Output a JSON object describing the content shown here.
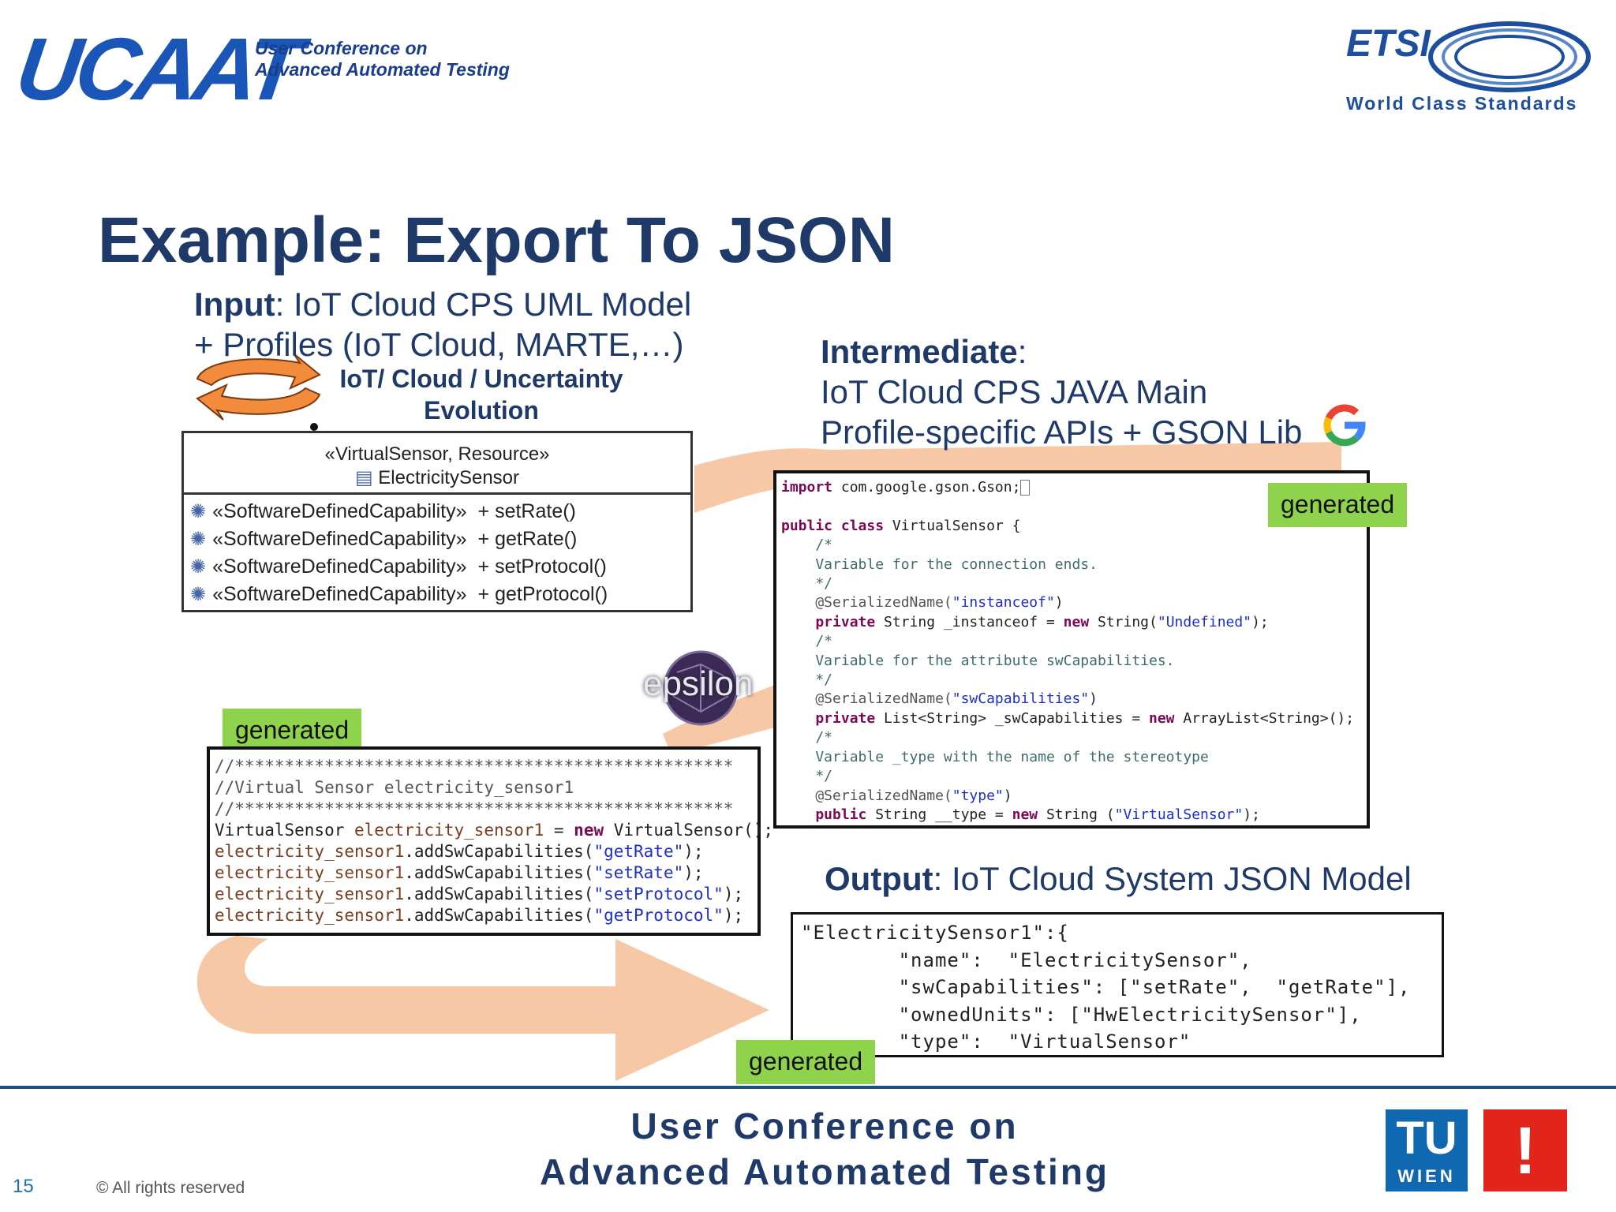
{
  "header": {
    "ucaat_word": "UCAAT",
    "ucaat_sub_1": "User Conference on",
    "ucaat_sub_2": "Advanced Automated Testing",
    "etsi_word": "ETSI",
    "etsi_tagline": "World Class Standards"
  },
  "slide": {
    "title": "Example: Export To JSON",
    "input_label": "Input",
    "input_line1": ": IoT Cloud CPS UML Model",
    "input_line2": "+ Profiles (IoT Cloud, MARTE,…)",
    "evolution_line1": "IoT/ Cloud / Uncertainty",
    "evolution_line2": "Evolution",
    "intermediate_label": "Intermediate",
    "intermediate_colon": ":",
    "intermediate_line2": "IoT Cloud CPS JAVA Main",
    "intermediate_line3": "Profile-specific APIs + GSON Lib",
    "output_label": "Output",
    "output_text": ": IoT Cloud System JSON Model",
    "generated_label": "generated",
    "epsilon_label": "epsilon"
  },
  "uml": {
    "stereotypes": "«VirtualSensor, Resource»",
    "class_name": "ElectricitySensor",
    "rows": [
      {
        "stereotype": "«SoftwareDefinedCapability»",
        "op": "+ setRate()"
      },
      {
        "stereotype": "«SoftwareDefinedCapability»",
        "op": "+ getRate()"
      },
      {
        "stereotype": "«SoftwareDefinedCapability»",
        "op": "+ setProtocol()"
      },
      {
        "stereotype": "«SoftwareDefinedCapability»",
        "op": "+ getProtocol()"
      }
    ]
  },
  "java": {
    "l1_kw": "import",
    "l1_rest": " com.google.gson.Gson;",
    "l3_kw1": "public",
    "l3_kw2": "class",
    "l3_rest": " VirtualSensor {",
    "c_open": "    /*",
    "c1": "    Variable for the connection ends.",
    "c_close": "    */",
    "a1_ann": "    @SerializedName(",
    "a1_str": "\"instanceof\"",
    "a_close": ")",
    "f1_kw": "    private",
    "f1_mid": " String _instanceof = ",
    "f1_new": "new",
    "f1_call": " String(",
    "f1_str": "\"Undefined\"",
    "f1_end": ");",
    "c2": "    Variable for the attribute swCapabilities.",
    "a2_str": "\"swCapabilities\"",
    "f2_kw": "    private",
    "f2_mid": " List<String> _swCapabilities = ",
    "f2_new": "new",
    "f2_end": " ArrayList<String>();",
    "c3": "    Variable _type with the name of the stereotype",
    "a3_str": "\"type\"",
    "f3_kw": "    public",
    "f3_mid": " String __type = ",
    "f3_new": "new",
    "f3_call": " String (",
    "f3_str": "\"VirtualSensor\"",
    "f3_end": ");"
  },
  "gen_code": {
    "stars": "//**************************************************",
    "comment": "//Virtual Sensor electricity_sensor1",
    "decl_type": "VirtualSensor ",
    "decl_var": "electricity_sensor1",
    "decl_eq": " = ",
    "decl_new": "new",
    "decl_end": " VirtualSensor();",
    "calls": [
      {
        "var": "electricity_sensor1",
        "method": ".addSwCapabilities(",
        "arg": "\"getRate\"",
        "end": ");"
      },
      {
        "var": "electricity_sensor1",
        "method": ".addSwCapabilities(",
        "arg": "\"setRate\"",
        "end": ");"
      },
      {
        "var": "electricity_sensor1",
        "method": ".addSwCapabilities(",
        "arg": "\"setProtocol\"",
        "end": ");"
      },
      {
        "var": "electricity_sensor1",
        "method": ".addSwCapabilities(",
        "arg": "\"getProtocol\"",
        "end": ");"
      }
    ]
  },
  "json_output": {
    "lines": [
      "\"ElectricitySensor1\":{",
      "        \"name\":  \"ElectricitySensor\",",
      "        \"swCapabilities\": [\"setRate\",  \"getRate\"],",
      "        \"ownedUnits\": [\"HwElectricitySensor\"],",
      "        \"type\":  \"VirtualSensor\""
    ]
  },
  "footer": {
    "conf_line1": "User Conference on",
    "conf_line2": "Advanced Automated Testing",
    "page_number": "15",
    "copyright": "© All rights reserved",
    "tu_top": "TU",
    "tu_bottom": "WIEN",
    "excl": "!"
  },
  "colors": {
    "title": "#1f3a68",
    "generated_badge": "#8fd24c",
    "arrow": "#f6c8a6",
    "ucaat_blue": "#1a56b8",
    "tu_blue": "#0f68b0",
    "excl_red": "#e1251b"
  }
}
